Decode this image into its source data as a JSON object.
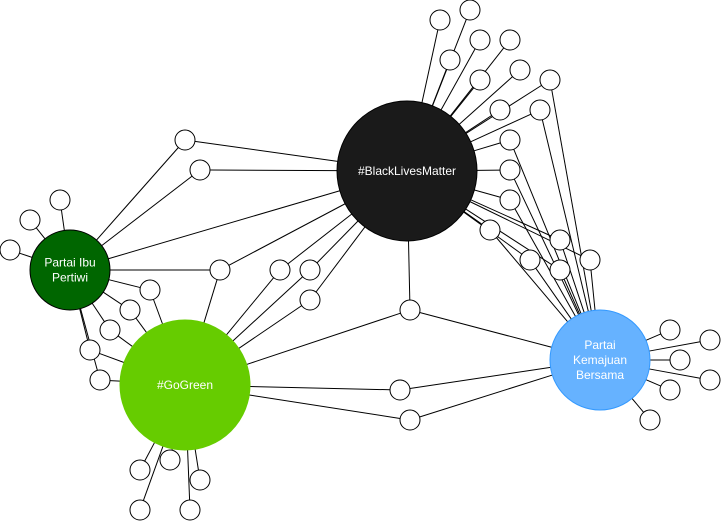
{
  "diagram": {
    "hubs": [
      {
        "id": "blm",
        "label_lines": [
          "#BlackLivesMatter"
        ],
        "fill": "#1a1a1a",
        "stroke": "#000000",
        "text_color": "#ffffff"
      },
      {
        "id": "ibu",
        "label_lines": [
          "Partai Ibu",
          "Pertiwi"
        ],
        "fill": "#006600",
        "stroke": "#000000",
        "text_color": "#ffffff"
      },
      {
        "id": "green",
        "label_lines": [
          "#GoGreen"
        ],
        "fill": "#66cc00",
        "stroke": "#66cc00",
        "text_color": "#ffffff"
      },
      {
        "id": "pkb",
        "label_lines": [
          "Partai",
          "Kemajuan",
          "Bersama"
        ],
        "fill": "#66b2ff",
        "stroke": "#3399ff",
        "text_color": "#ffffff"
      }
    ],
    "edge_color": "#000000",
    "leaf_fill": "#ffffff"
  }
}
